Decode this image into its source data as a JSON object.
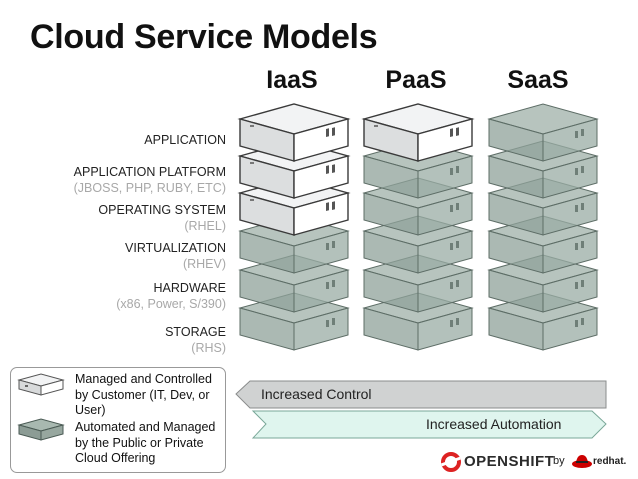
{
  "title": "Cloud Service Models",
  "columns": [
    "IaaS",
    "PaaS",
    "SaaS"
  ],
  "layers": [
    {
      "label": "APPLICATION",
      "sub": ""
    },
    {
      "label": "APPLICATION PLATFORM",
      "sub": "(JBOSS, PHP, RUBY, ETC)"
    },
    {
      "label": "OPERATING SYSTEM",
      "sub": "(RHEL)"
    },
    {
      "label": "VIRTUALIZATION",
      "sub": "(RHEV)"
    },
    {
      "label": "HARDWARE",
      "sub": "(x86, Power, S/390)"
    },
    {
      "label": "STORAGE",
      "sub": "(RHS)"
    }
  ],
  "managed_by_customer": {
    "IaaS": [
      "APPLICATION",
      "APPLICATION PLATFORM",
      "OPERATING SYSTEM"
    ],
    "PaaS": [
      "APPLICATION"
    ],
    "SaaS": []
  },
  "legend": {
    "customer": "Managed and Controlled by Customer (IT, Dev, or User)",
    "provider": "Automated and Managed by the Public or Private Cloud Offering"
  },
  "arrows": {
    "control": "Increased Control",
    "automation": "Increased Automation"
  },
  "colors": {
    "customer_top": "#f2f3f4",
    "customer_front": "#ffffff",
    "provider_fill": "#9fb0a8",
    "control_arrow": "#d0d2d2",
    "automation_arrow": "#dff5ee"
  },
  "footer": {
    "brand": "OPENSHIFT",
    "by": "by",
    "company": "redhat."
  }
}
